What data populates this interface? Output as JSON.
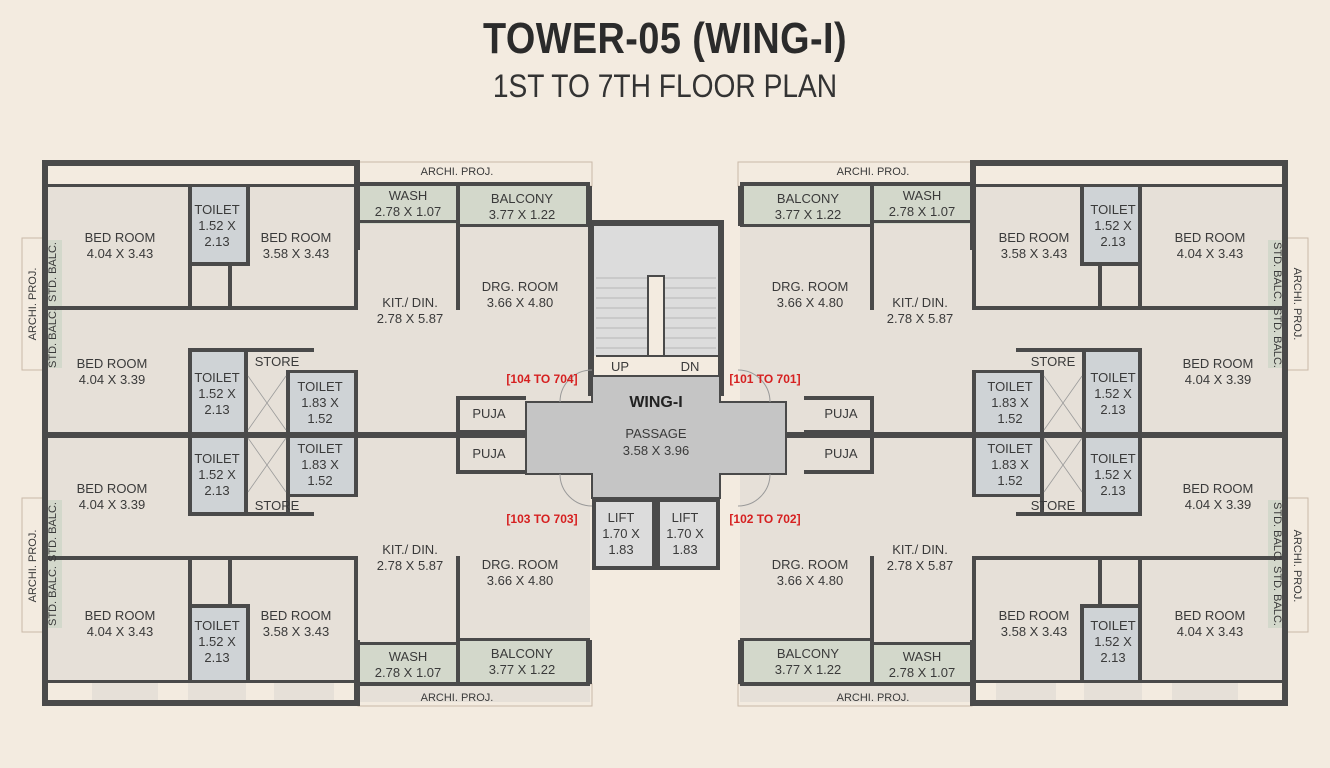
{
  "title": "TOWER-05 (WING-I)",
  "subtitle": "1ST TO 7TH FLOOR PLAN",
  "colors": {
    "background": "#f3ebe0",
    "room": "#e6e0d8",
    "wall": "#4a4a4a",
    "toilet": "#cfd3d6",
    "balcony": "#d3d8cb",
    "core": "#c5c5c5",
    "flat_range": "#d62020"
  },
  "labels": {
    "archi_proj": "ARCHI. PROJ.",
    "std_balc": "STD. BALC.",
    "bed_room": "BED ROOM",
    "toilet": "TOILET",
    "store": "STORE",
    "wash": "WASH",
    "balcony": "BALCONY",
    "kit_din": "KIT./ DIN.",
    "drg_room": "DRG. ROOM",
    "puja": "PUJA",
    "up": "UP",
    "dn": "DN",
    "wing": "WING-I",
    "passage": "PASSAGE",
    "lift": "LIFT"
  },
  "dimensions": {
    "bed_a": "4.04 X 3.43",
    "bed_b": "3.58 X 3.43",
    "bed_c": "4.04 X 3.39",
    "toilet_small": [
      "1.52 X",
      "2.13"
    ],
    "toilet_large": [
      "1.83 X",
      "1.52"
    ],
    "wash": "2.78 X 1.07",
    "balcony": "3.77 X 1.22",
    "kit_din": "2.78 X 5.87",
    "drg_room": "3.66 X 4.80",
    "passage": "3.58 X 3.96",
    "lift": [
      "1.70 X",
      "1.83"
    ]
  },
  "flat_ranges": {
    "top_left": "[104 TO 704]",
    "top_right": "[101 TO 701]",
    "bottom_left": "[103 TO 703]",
    "bottom_right": "[102 TO 702]"
  }
}
